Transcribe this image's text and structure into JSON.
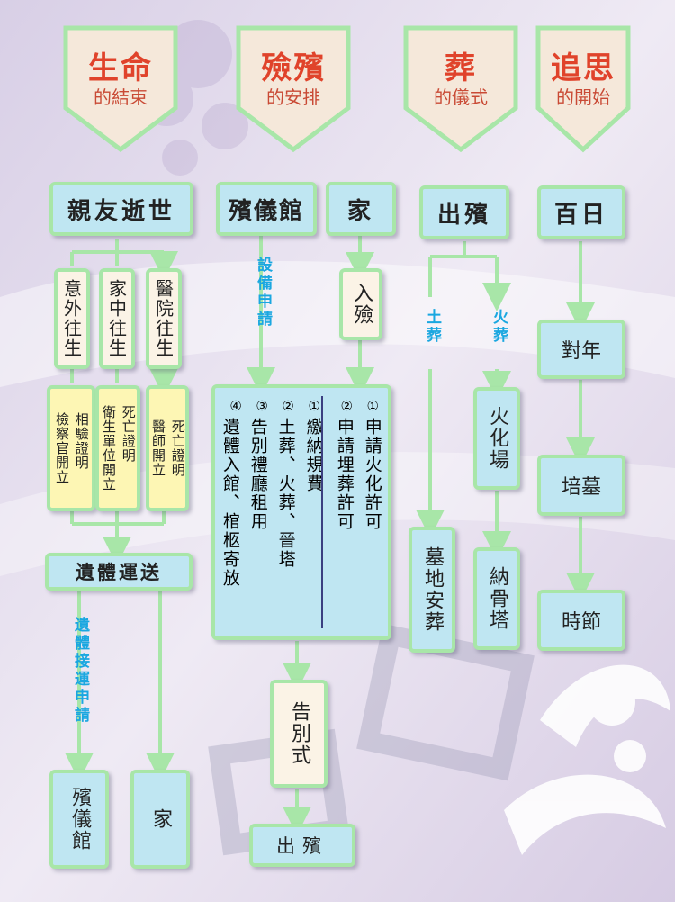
{
  "headers": [
    {
      "big": "生命",
      "small": "的結束"
    },
    {
      "big": "殮殯",
      "small": "的安排"
    },
    {
      "big": "葬",
      "small": "的儀式"
    },
    {
      "big": "追思",
      "small": "的開始"
    }
  ],
  "col1": {
    "top": "親友逝世",
    "places": [
      "意外往生",
      "家中往生",
      "醫院往生"
    ],
    "certs": [
      [
        "相驗證明",
        "檢察官開立"
      ],
      [
        "死亡證明",
        "衛生單位開立"
      ],
      [
        "死亡證明",
        "醫師開立"
      ]
    ],
    "transport": "遺體運送",
    "transport_note": "遺體接運申請",
    "dest1": "殯儀館",
    "dest2": "家"
  },
  "col2": {
    "top": "殯儀館",
    "note": "設備申請",
    "numbers": [
      "①",
      "②",
      "③",
      "④"
    ],
    "items": [
      "繳納規費",
      "土葬、火葬、晉塔",
      "告別禮廳租用",
      "遺體入館、棺柩寄放"
    ],
    "ceremony": "告別式",
    "out": "出殯"
  },
  "col3": {
    "top": "家",
    "rite": "入殮",
    "numbers": [
      "①",
      "②"
    ],
    "items": [
      "申請火化許可",
      "申請埋葬許可"
    ]
  },
  "col4": {
    "top": "出殯",
    "burial_label": "土葬",
    "cremation_label": "火葬",
    "crematorium": "火化場",
    "cemetery": "墓地安葬",
    "columbarium": "納骨塔"
  },
  "col5": {
    "top": "百日",
    "items": [
      "對年",
      "培墓",
      "時節"
    ]
  }
}
